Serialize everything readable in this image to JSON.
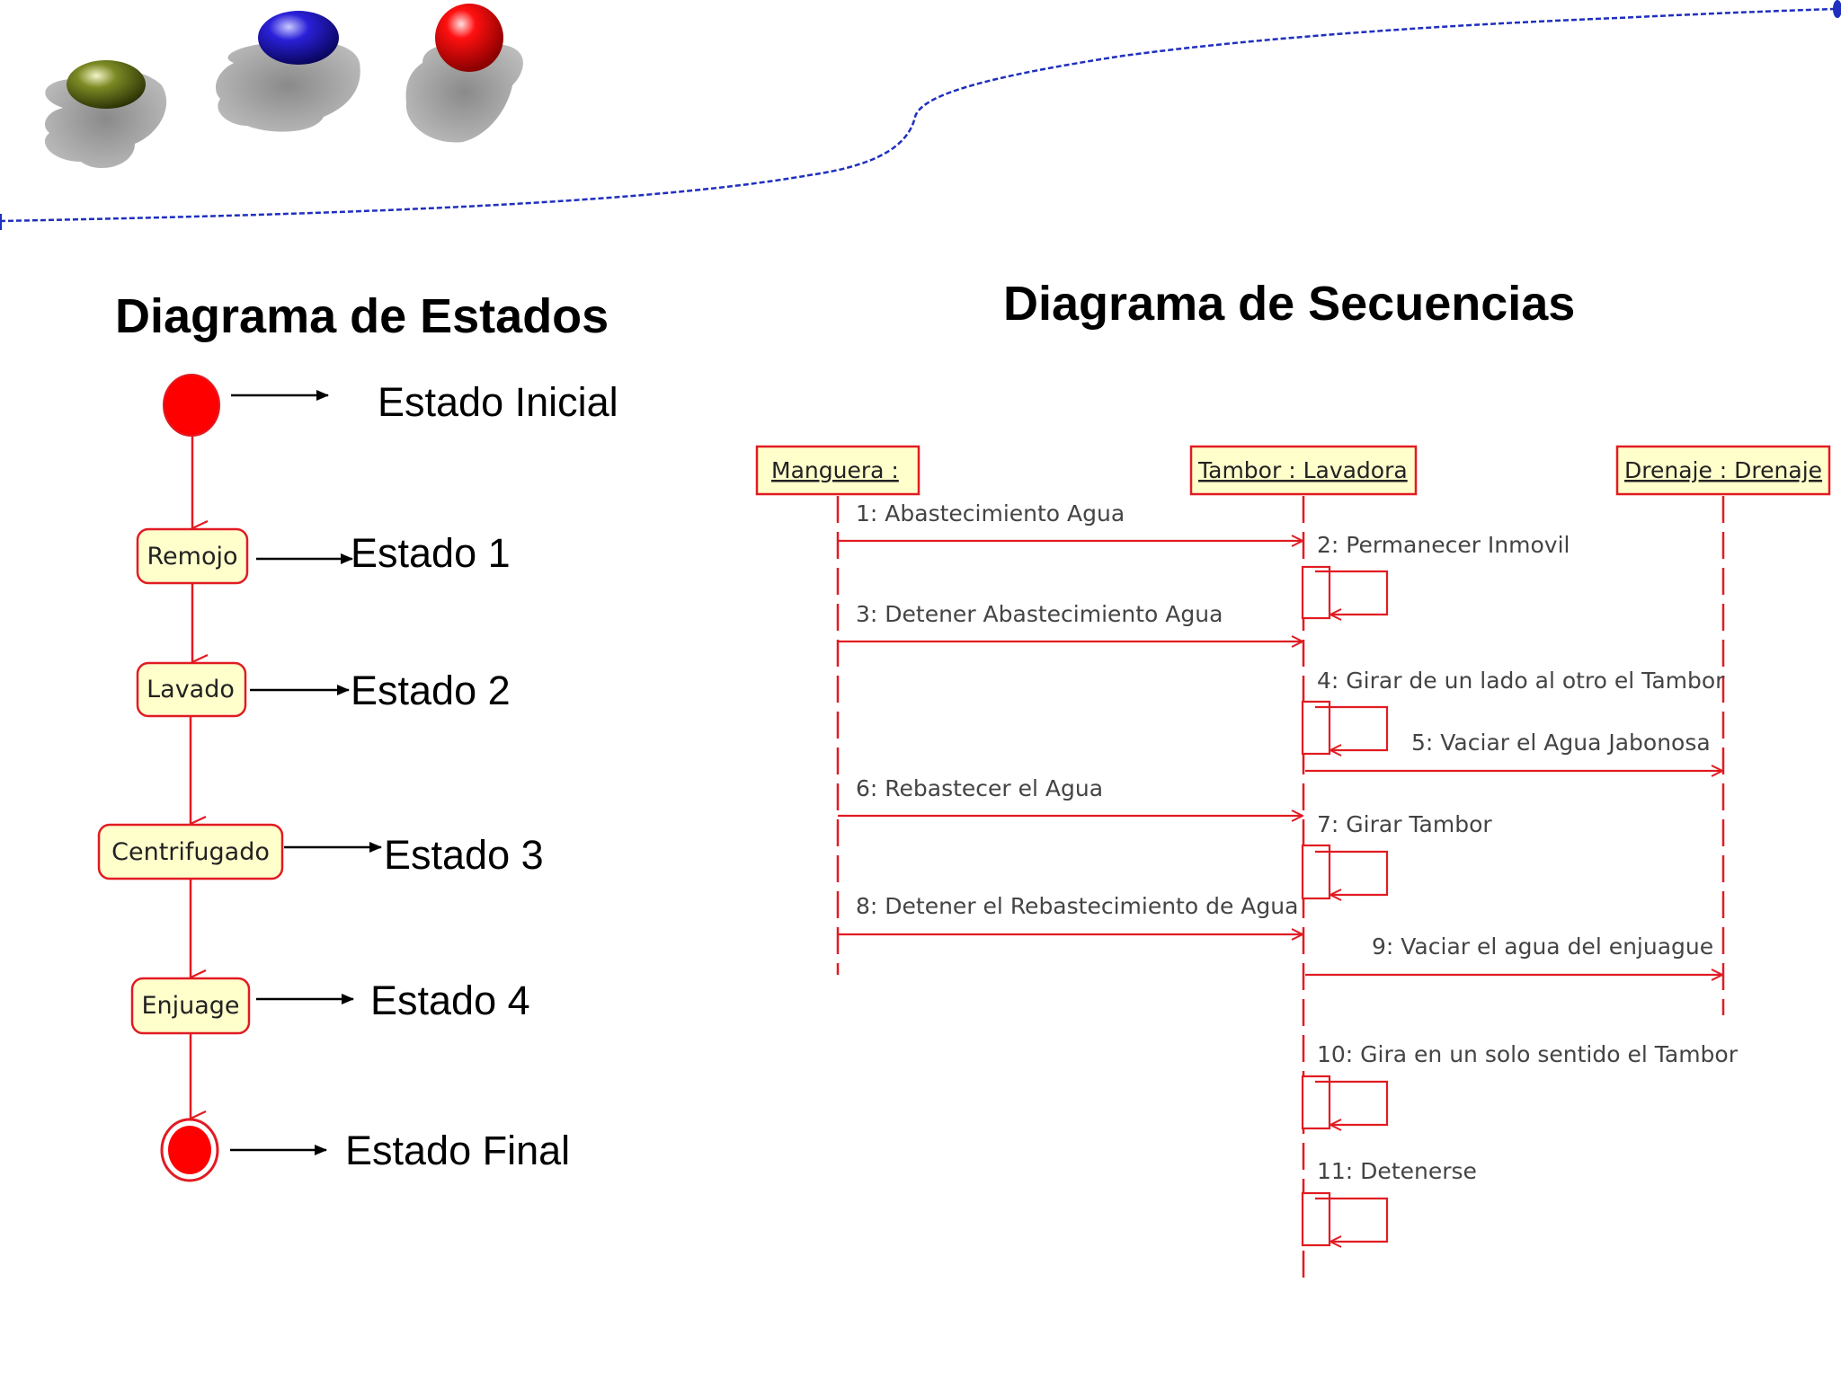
{
  "estados": {
    "title": "Diagrama de Estados",
    "legend": {
      "initial": "Estado Inicial",
      "s1": "Estado 1",
      "s2": "Estado 2",
      "s3": "Estado 3",
      "s4": "Estado 4",
      "final": "Estado Final"
    },
    "states": {
      "s1": "Remojo",
      "s2": "Lavado",
      "s3": "Centrifugado",
      "s4": "Enjuage"
    }
  },
  "secuencias": {
    "title": "Diagrama de Secuencias",
    "actors": {
      "a1": "Manguera :",
      "a2": "Tambor : Lavadora",
      "a3": "Drenaje : Drenaje"
    },
    "messages": {
      "m1": "1: Abastecimiento Agua",
      "m2": "2: Permanecer Inmovil",
      "m3": "3: Detener Abastecimiento Agua",
      "m4": "4: Girar de un lado al otro el Tambor",
      "m5": "5: Vaciar el Agua Jabonosa",
      "m6": "6: Rebastecer el Agua",
      "m7": "7: Girar Tambor",
      "m8": "8: Detener el Rebastecimiento de Agua",
      "m9": "9: Vaciar el agua del enjuague",
      "m10": "10: Gira en un solo sentido el Tambor",
      "m11": "11: Detenerse"
    }
  },
  "colors": {
    "uml_red": "#e11b22",
    "state_fill": "#ffffcc",
    "deco_blue": "#1f2fbf",
    "ball_green": "#4a5a10",
    "ball_blue": "#1a12b0",
    "ball_red": "#e00000"
  }
}
